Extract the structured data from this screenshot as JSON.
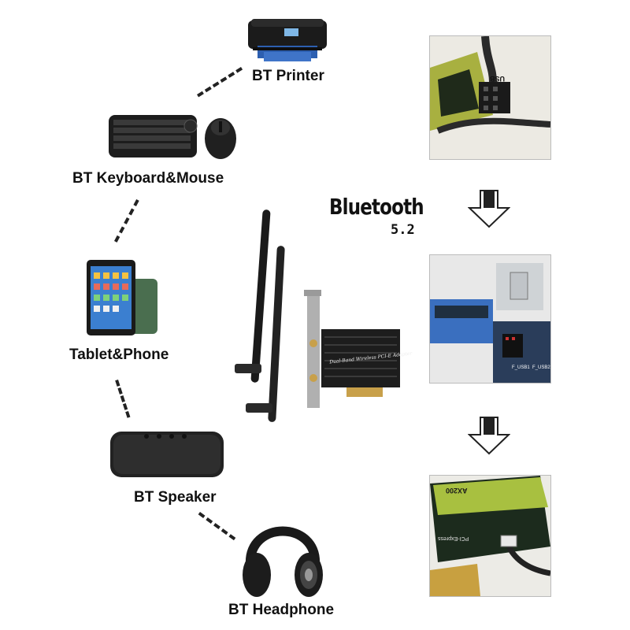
{
  "devices": [
    {
      "id": "printer",
      "label": "BT Printer"
    },
    {
      "id": "keyboard-mouse",
      "label": "BT Keyboard&Mouse"
    },
    {
      "id": "tablet-phone",
      "label": "Tablet&Phone"
    },
    {
      "id": "speaker",
      "label": "BT Speaker"
    },
    {
      "id": "headphone",
      "label": "BT Headphone"
    }
  ],
  "bluetooth": {
    "title": "Bluetooth",
    "version": "5.2"
  },
  "card": {
    "label": "Dual-Band Wireless PCI-E Adapter"
  },
  "install_steps": {
    "step1": {
      "header_label": "USB"
    },
    "step2": {
      "labels": [
        "F_USB1",
        "F_USB2"
      ]
    },
    "step3": {
      "labels": [
        "AX200",
        "PCI-Express"
      ]
    }
  }
}
